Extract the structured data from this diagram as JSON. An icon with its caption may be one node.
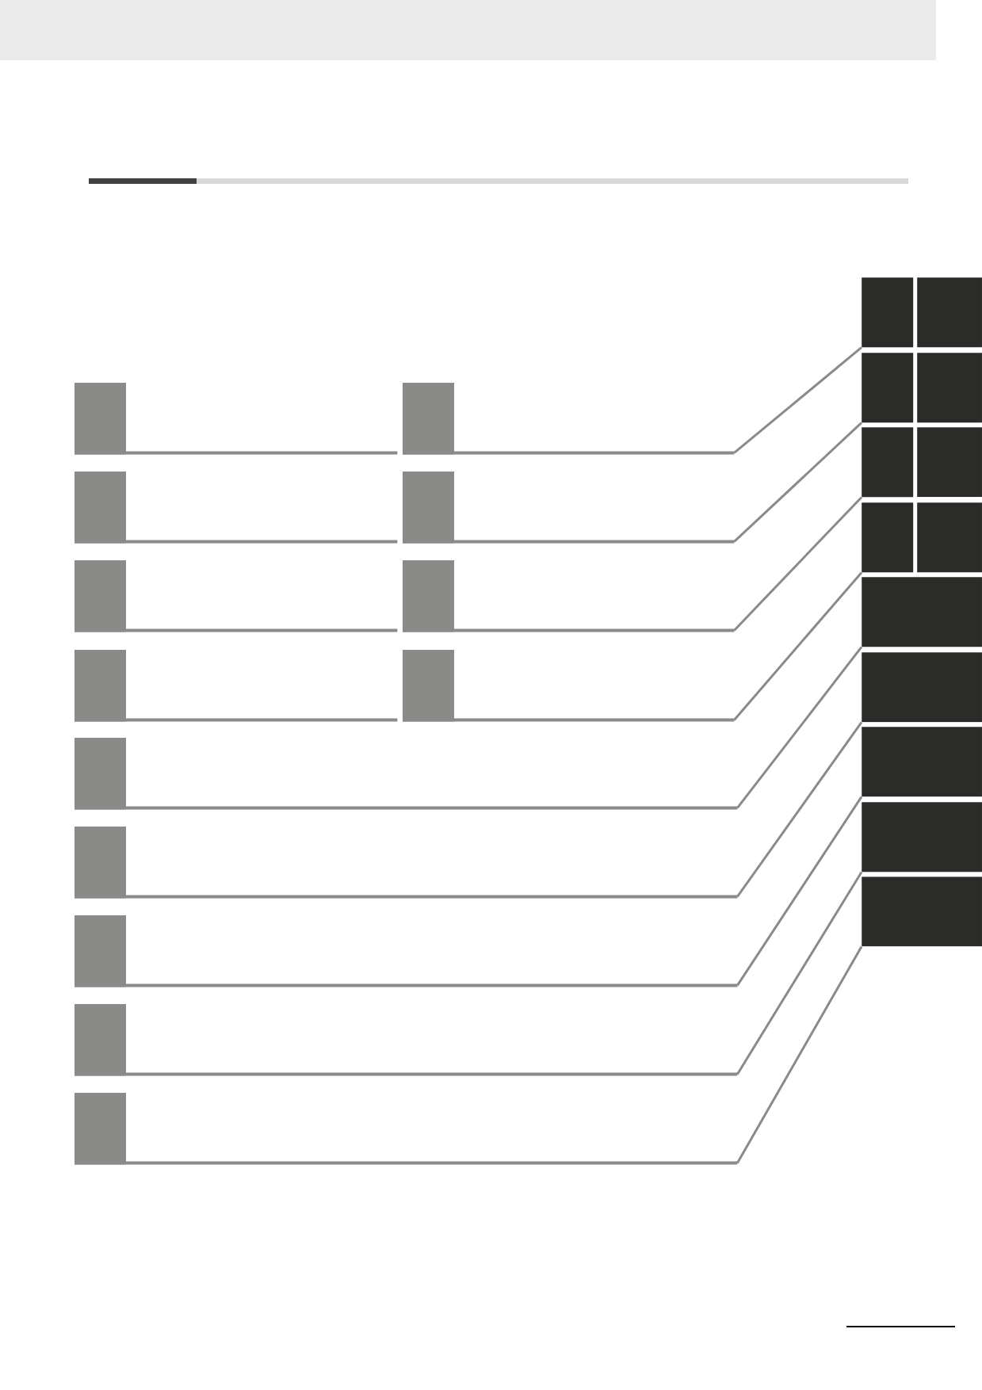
{
  "diagram": {
    "nodes": [
      {
        "text": [],
        "shape": "box"
      },
      {
        "text": [],
        "shape": "box"
      },
      {
        "text": [],
        "shape": "box"
      },
      {
        "text": [],
        "shape": "box"
      },
      {
        "text": [],
        "shape": "box"
      },
      {
        "text": [],
        "shape": "box"
      },
      {
        "text": [],
        "shape": "box"
      },
      {
        "text": [],
        "shape": "box"
      },
      {
        "text": [],
        "shape": "box"
      },
      {
        "text": [],
        "shape": "box"
      },
      {
        "text": [],
        "shape": "box"
      },
      {
        "text": [],
        "shape": "box"
      },
      {
        "text": [],
        "shape": "box"
      },
      {
        "text": [],
        "shape": "box"
      },
      {
        "text": [],
        "shape": "box"
      },
      {
        "text": [],
        "shape": "box"
      },
      {
        "text": [],
        "shape": "box"
      },
      {
        "text": [],
        "shape": "box"
      },
      {
        "text": [],
        "shape": "box"
      },
      {
        "text": [],
        "shape": "box"
      },
      {
        "text": [],
        "shape": "box"
      },
      {
        "text": [],
        "shape": "box"
      },
      {
        "text": [],
        "shape": "box"
      },
      {
        "text": [],
        "shape": "box"
      },
      {
        "text": [],
        "shape": "box"
      },
      {
        "text": [],
        "shape": "box"
      }
    ],
    "edges": [
      {
        "from": 1,
        "to": 13,
        "arrow": "none"
      },
      {
        "from": 3,
        "to": 15,
        "arrow": "none"
      },
      {
        "from": 5,
        "to": 17,
        "arrow": "none"
      },
      {
        "from": 7,
        "to": 19,
        "arrow": "none"
      },
      {
        "from": 8,
        "to": 21,
        "arrow": "none"
      },
      {
        "from": 9,
        "to": 22,
        "arrow": "none"
      },
      {
        "from": 10,
        "to": 23,
        "arrow": "none"
      },
      {
        "from": 11,
        "to": 24,
        "arrow": "none"
      },
      {
        "from": 12,
        "to": 25,
        "arrow": "none"
      }
    ]
  }
}
